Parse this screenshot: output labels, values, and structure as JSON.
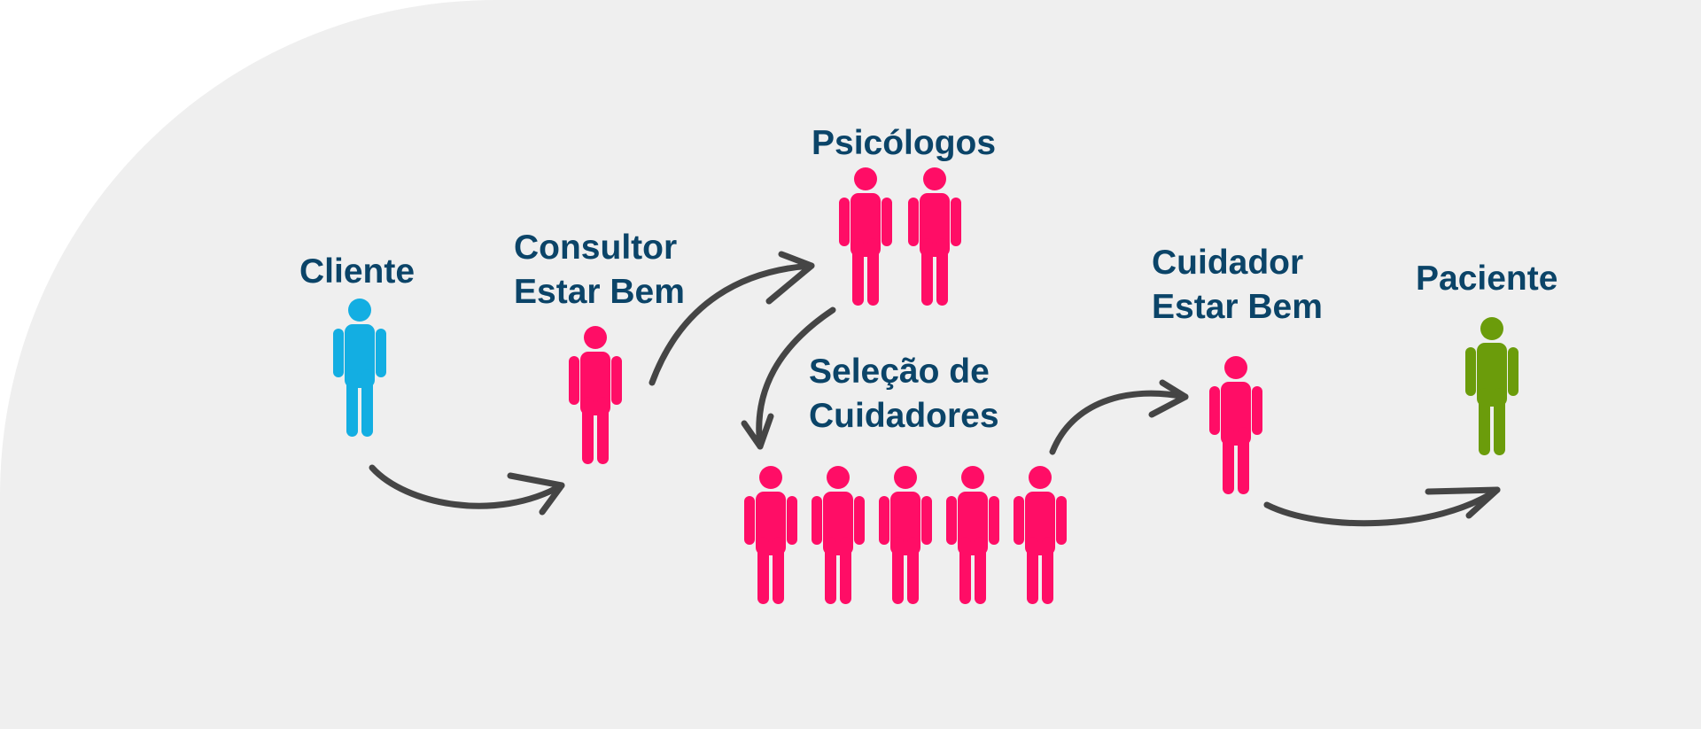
{
  "colors": {
    "background_shape": "#efefef",
    "text": "#0b4468",
    "client": "#13aee2",
    "staff": "#ff0d66",
    "patient": "#6b9c0b",
    "arrow": "#454545"
  },
  "icons": {
    "person": "person-icon",
    "arrow": "curved-arrow-icon"
  },
  "labels": {
    "cliente": "Cliente",
    "consultor_line1": "Consultor",
    "consultor_line2": "Estar Bem",
    "psicologos": "Psicólogos",
    "selecao_line1": "Seleção de",
    "selecao_line2": "Cuidadores",
    "cuidador_line1": "Cuidador",
    "cuidador_line2": "Estar Bem",
    "paciente": "Paciente"
  }
}
